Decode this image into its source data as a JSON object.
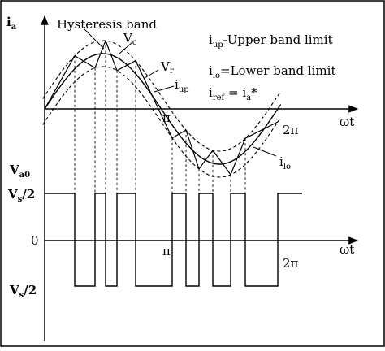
{
  "labels": {
    "ia_main": "i",
    "ia_sub": "a",
    "hysteresis": "Hysteresis band",
    "vc_main": "V",
    "vc_sub": "c",
    "vr_main": "V",
    "vr_sub": "r",
    "iup_main": "i",
    "iup_sub": "up",
    "legend_up_main": "i",
    "legend_up_sub": "up",
    "legend_up_text": "-Upper band limit",
    "legend_lo_main": "i",
    "legend_lo_sub": "lo",
    "legend_lo_text": "=Lower band limit",
    "iref_main": "i",
    "iref_sub": "ref",
    "iref_eq": " = i",
    "iref_sub2": "a",
    "iref_star": "*",
    "pi_top": "π",
    "twopi_top": "2π",
    "wt_top": "ωt",
    "ilo_main": "i",
    "ilo_sub": "lo",
    "va0_main": "V",
    "va0_sub": "a0",
    "vs2_pos_main": "V",
    "vs2_pos_sub": "s",
    "vs2_pos_tail": "/2",
    "zero": "0",
    "pi_bottom": "π",
    "wt_bottom": "ωt",
    "twopi_bottom": "2π",
    "vs2_neg_main": "V",
    "vs2_neg_sub": "s",
    "vs2_neg_tail": "/2"
  },
  "colors": {
    "stroke": "#000000",
    "background": "#ffffff"
  }
}
